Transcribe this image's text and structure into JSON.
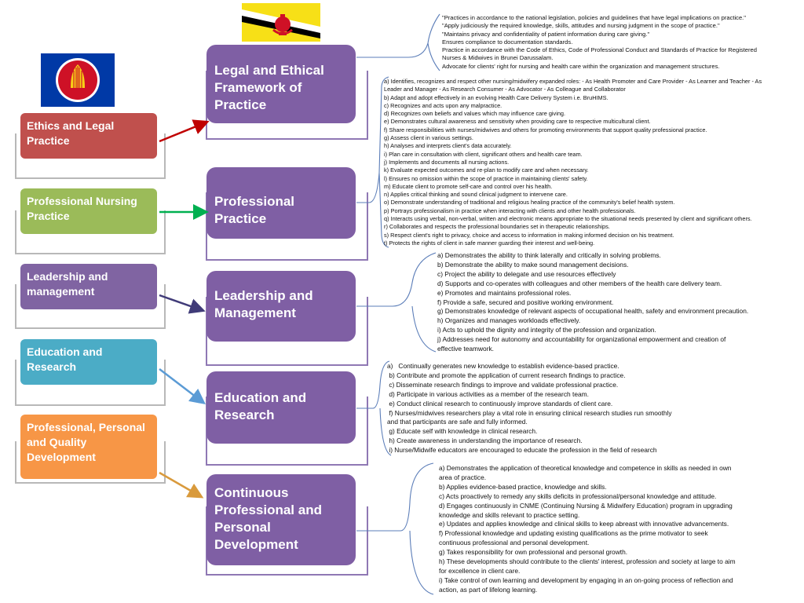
{
  "flags": {
    "top": "brunei-flag",
    "left": "asean-flag"
  },
  "colors": {
    "ethics": "#c0504d",
    "nursing": "#9bbb59",
    "leadership": "#8064a2",
    "education": "#4bacc6",
    "development": "#f79646",
    "center": "#7f5fa4",
    "bracket": "#5b7db8"
  },
  "left_boxes": [
    {
      "label": "Ethics and Legal Practice"
    },
    {
      "label": "Professional Nursing Practice"
    },
    {
      "label": "Leadership and management"
    },
    {
      "label": "Education and Research"
    },
    {
      "label": "Professional, Personal and Quality Development"
    }
  ],
  "center_boxes": [
    {
      "label": "Legal and Ethical Framework of Practice"
    },
    {
      "label": "Professional Practice"
    },
    {
      "label": "Leadership and Management"
    },
    {
      "label": "Education and Research"
    },
    {
      "label": "Continuous Professional and Personal Development"
    }
  ],
  "details": {
    "legal": [
      "\"Practices in accordance to the national legislation, policies and guidelines that have legal implications on practice.\"",
      "\"Apply judiciously the required knowledge, skills, attitudes and nursing judgment in the scope of practice.\"",
      "\"Maintains privacy and confidentiality of patient information during care giving.\"",
      "Ensures compliance to documentation standards.",
      "Practice in accordance with the Code of Ethics, Code of Professional Conduct and Standards of Practice for Registered",
      "Nurses & Midwives in Brunei Darussalam.",
      "Advocate for clients' right for nursing and health care within the organization and management structures."
    ],
    "practice": [
      "a) Identifies, recognizes and respect other nursing/midwifery expanded roles: - As Health Promoter and Care Provider - As Learner and Teacher - As",
      "Leader and Manager - As Research Consumer - As Advocator - As Colleague and Collaborator",
      "b) Adapt and adopt effectively in an evolving Health Care Delivery System i.e. BruHIMS.",
      "c) Recognizes and acts upon any malpractice.",
      "d) Recognizes own beliefs and values which may influence care giving.",
      "e) Demonstrates cultural awareness and sensitivity when providing care to respective multicultural client.",
      "f) Share responsibilities with nurses/midwives and others for promoting environments that support quality professional practice.",
      "g) Assess client in various settings.",
      "h) Analyses and interprets client's data accurately.",
      "i) Plan care in consultation with client, significant others and health care team.",
      "j) Implements and documents all nursing actions.",
      "k) Evaluate expected outcomes and re-plan to modify care and when necessary.",
      "l) Ensures no omission within the scope of practice in maintaining clients' safety.",
      "m) Educate client to promote self-care and control over his health.",
      "n) Applies critical thinking and sound clinical judgment to intervene care.",
      "o) Demonstrate understanding of traditional and religious healing practice of the community's belief health system.",
      "p) Portrays professionalism in practice when interacting with clients and other health professionals.",
      "q) Interacts using verbal, non-verbal, written and electronic means appropriate to the situational needs presented by client and significant others.",
      "r) Collaborates and respects the professional boundaries set in therapeutic relationships.",
      "s) Respect client's right to privacy, choice and access to information in making informed decision on his treatment.",
      "t) Protects the rights of client in safe manner guarding their interest and well-being."
    ],
    "leadership": [
      "a) Demonstrates the ability to think laterally and critically in solving problems.",
      "b) Demonstrate the ability to make sound management decisions.",
      "c) Project the ability to delegate and use resources effectively",
      "d) Supports and co-operates with colleagues and other members of the health care delivery team.",
      "e) Promotes and maintains professional roles.",
      "f) Provide a safe, secured and positive working environment.",
      "g) Demonstrates knowledge of relevant aspects of occupational health, safety and environment precaution.",
      "h) Organizes and manages workloads effectively.",
      "i) Acts to uphold the dignity and integrity of the profession and organization.",
      "j) Addresses need for autonomy and accountability for organizational empowerment and creation of",
      "effective teamwork."
    ],
    "education": [
      "a)   Continually generates new knowledge to establish evidence-based practice.",
      " b) Contribute and promote the application of current research findings to practice.",
      " c) Disseminate research findings to improve and validate professional practice.",
      " d) Participate in various activities as a member of the research team.",
      " e) Conduct clinical research to continuously improve standards of client care.",
      " f) Nurses/midwives researchers play a vital role in ensuring clinical research studies run smoothly",
      "and that participants are safe and fully informed.",
      " g) Educate self with knowledge in clinical research.",
      " h) Create awareness in understanding the importance of research.",
      " i) Nurse/Midwife educators are encouraged to educate the profession in the field of research"
    ],
    "development": [
      "a) Demonstrates the application of theoretical knowledge and competence in skills as needed in own",
      "area of practice.",
      "b) Applies evidence-based practice, knowledge and skills.",
      "c) Acts proactively to remedy any skills deficits in professional/personal knowledge and attitude.",
      "d) Engages continuously in CNME (Continuing Nursing & Midwifery Education) program in upgrading",
      "knowledge and skills relevant to practice setting.",
      "e) Updates and applies knowledge and clinical skills to keep abreast with innovative advancements.",
      "f) Professional knowledge and updating existing qualifications as the prime motivator to seek",
      "continuous professional and personal development.",
      "g) Takes responsibility for own professional and personal growth.",
      "h) These developments should contribute to the clients' interest, profession and society at large to aim",
      "for excellence in client care.",
      "i) Take control of own learning and development by engaging in an on-going process of reflection and",
      "action, as part of lifelong learning."
    ]
  }
}
